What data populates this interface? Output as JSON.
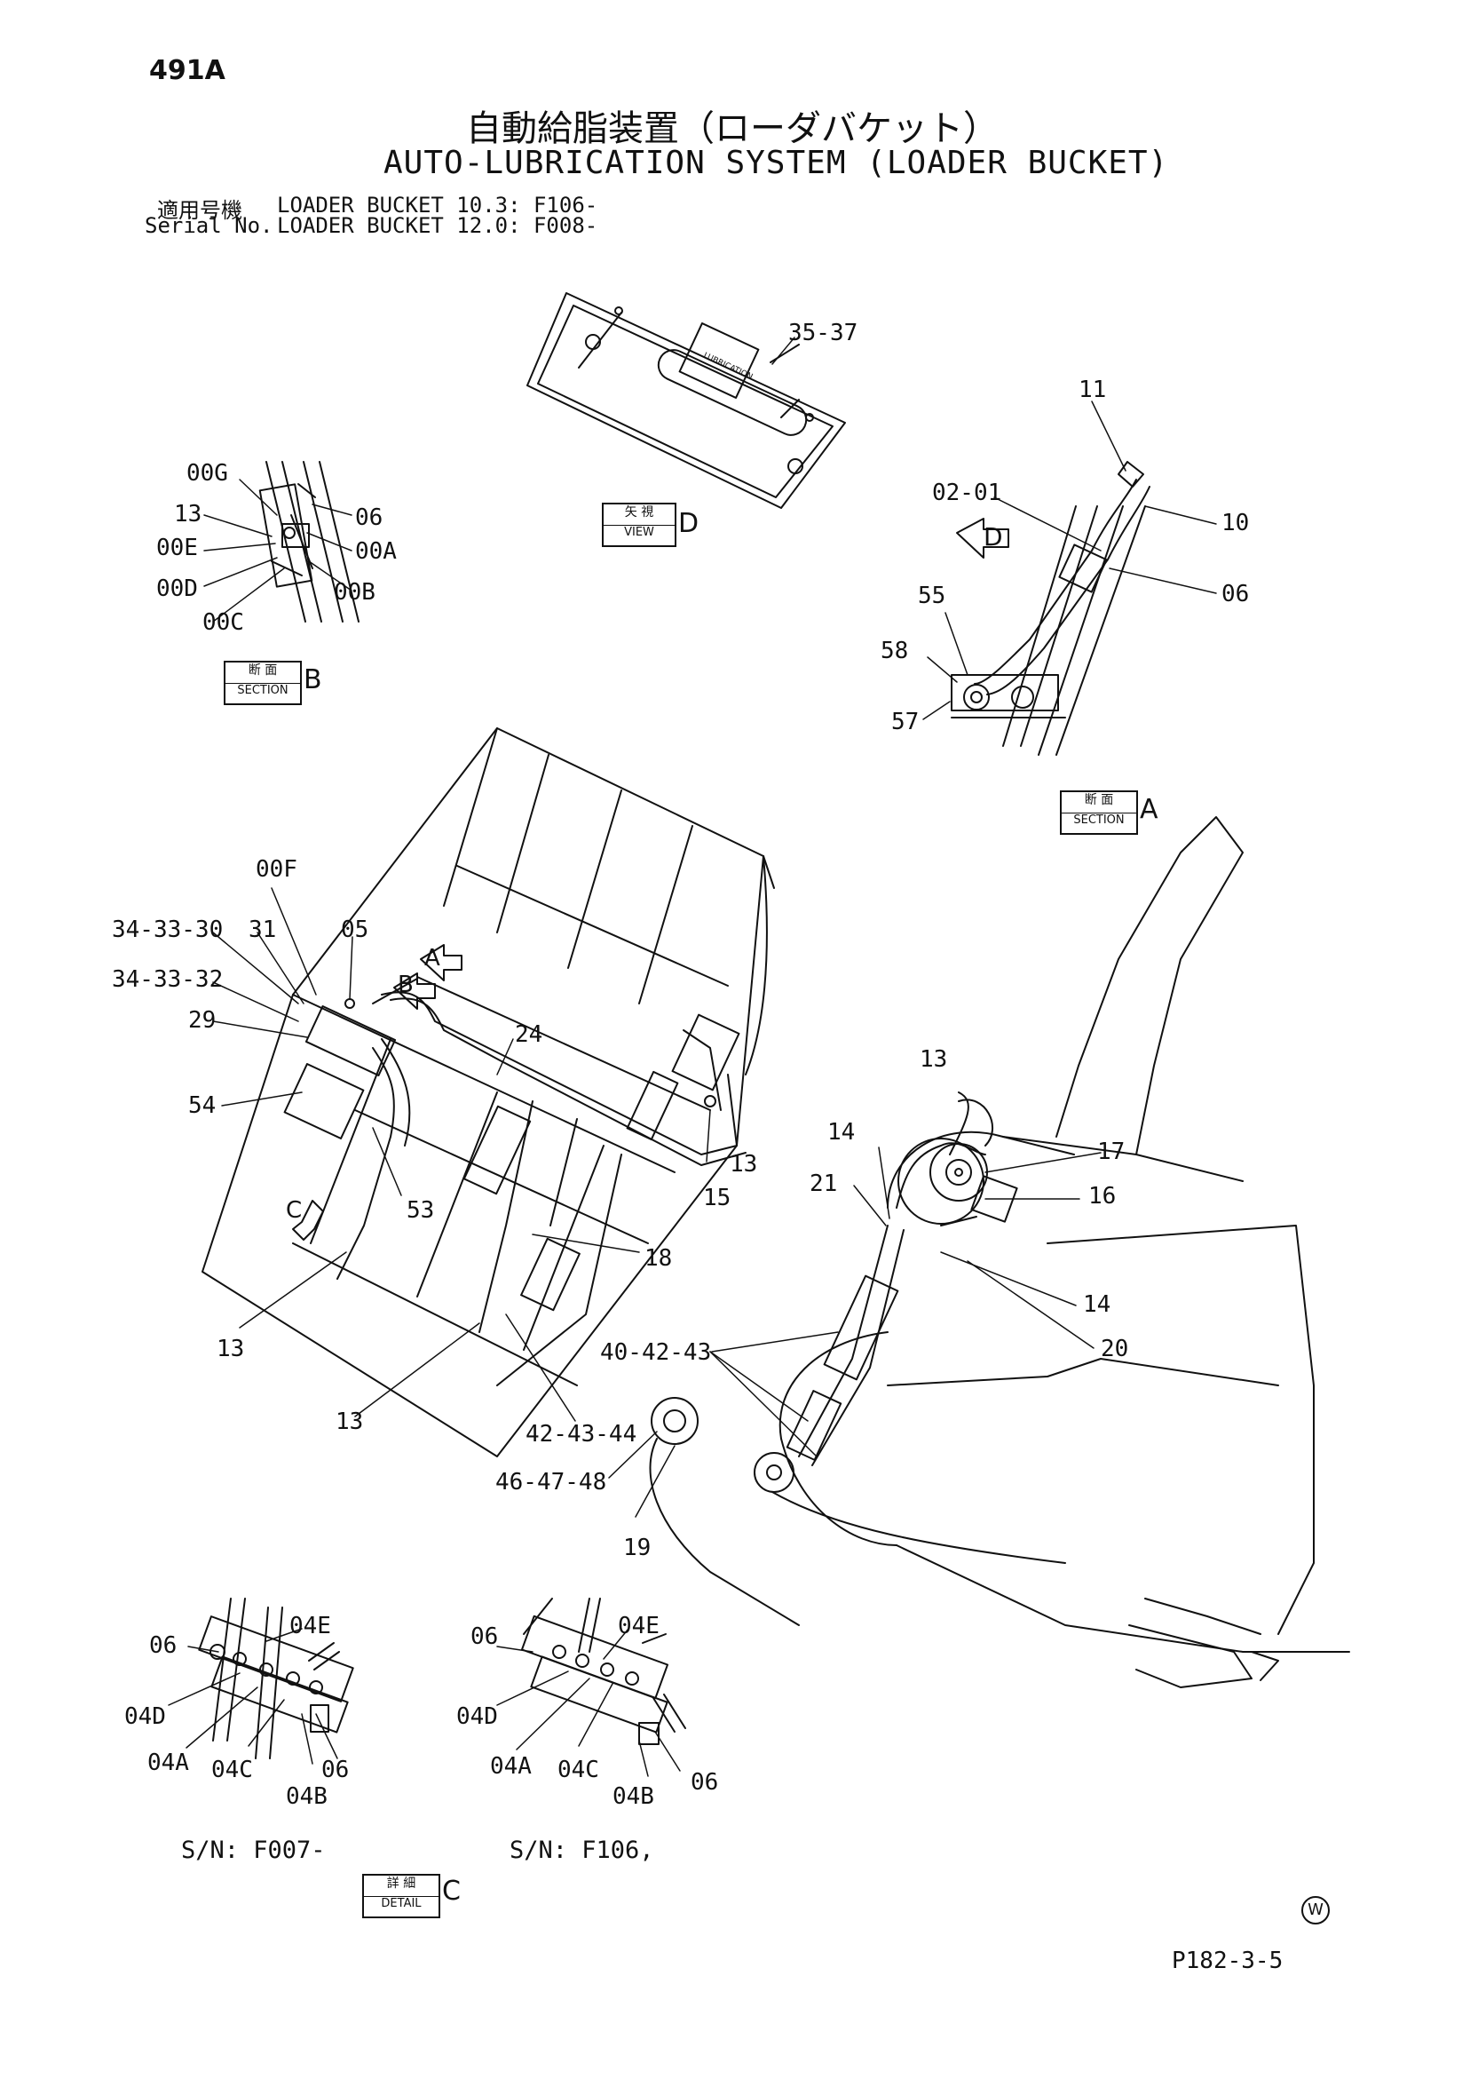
{
  "header": {
    "page_number": "491A",
    "title_jp": "自動給脂装置（ローダバケット）",
    "title_en": "AUTO-LUBRICATION SYSTEM (LOADER BUCKET)",
    "serial_label_jp": "適用号機",
    "serial_label_en": "Serial No.",
    "serial_line_1": "LOADER BUCKET 10.3: F106-",
    "serial_line_2": "LOADER BUCKET 12.0: F008-"
  },
  "tags": {
    "view_d": {
      "jp": "矢 視",
      "en": "VIEW",
      "letter": "D"
    },
    "section_b": {
      "jp": "断 面",
      "en": "SECTION",
      "letter": "B"
    },
    "section_a": {
      "jp": "断 面",
      "en": "SECTION",
      "letter": "A"
    },
    "detail_c": {
      "jp": "詳 細",
      "en": "DETAIL",
      "letter": "C"
    }
  },
  "view_d_arrow": "D",
  "arrow_a": "A",
  "arrow_b": "B",
  "arrow_c": "C",
  "view_d_panel_text": "LUBRICATION",
  "callouts": {
    "c35_37": "35-37",
    "c11": "11",
    "c02_01": "02-01",
    "c10": "10",
    "c06_a": "06",
    "c55": "55",
    "c58": "58",
    "c57": "57",
    "c00G": "00G",
    "c13_b": "13",
    "c06_b": "06",
    "c00E": "00E",
    "c00A": "00A",
    "c00D": "00D",
    "c00B": "00B",
    "c00C": "00C",
    "c00F": "00F",
    "c34_33_30": "34-33-30",
    "c31": "31",
    "c05": "05",
    "c34_33_32": "34-33-32",
    "c29": "29",
    "c24": "24",
    "c54": "54",
    "c53": "53",
    "c13_c": "13",
    "c15": "15",
    "c18": "18",
    "c13_d": "13",
    "c13_e": "13",
    "c42_43_44": "42-43-44",
    "c13_f": "13",
    "c14_a": "14",
    "c21": "21",
    "c17": "17",
    "c16": "16",
    "c14_b": "14",
    "c20": "20",
    "c40_42_43": "40-42-43",
    "c46_47_48": "46-47-48",
    "c19": "19",
    "d1_04E": "04E",
    "d1_06a": "06",
    "d1_04D": "04D",
    "d1_04A": "04A",
    "d1_04C": "04C",
    "d1_06b": "06",
    "d1_04B": "04B",
    "d2_06a": "06",
    "d2_04E": "04E",
    "d2_04D": "04D",
    "d2_04A": "04A",
    "d2_04C": "04C",
    "d2_06b": "06",
    "d2_04B": "04B"
  },
  "serial_notes": {
    "left": "S/N: F007-",
    "right": "S/N: F106,"
  },
  "watermark": "W",
  "page_ref": "P182-3-5"
}
